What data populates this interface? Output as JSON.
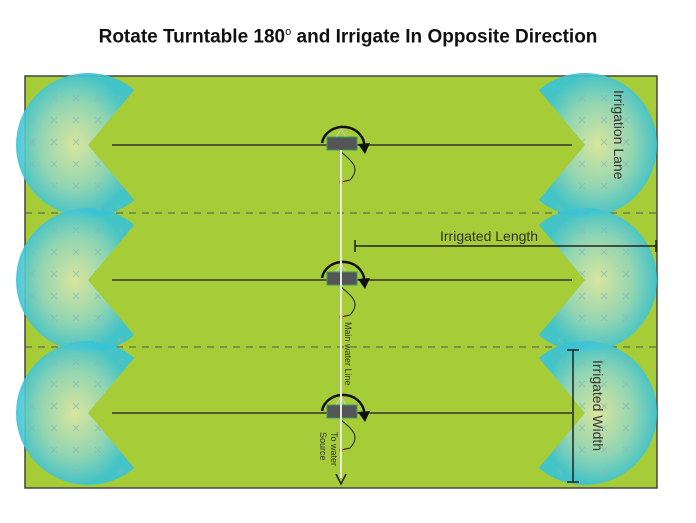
{
  "title": {
    "text": "Rotate Turntable 180",
    "degree": "o",
    "rest": " and Irrigate In Opposite Direction"
  },
  "labels": {
    "irrigation_lane": "Irrigation Lane",
    "irrigated_length": "Irrigated Length",
    "irrigated_width": "Irrigated Width",
    "main_water_line": "Main water Line",
    "to_water_line1": "To water",
    "to_water_line2": "Source"
  },
  "colors": {
    "field": "#a6cc38",
    "spray_center": "#dfe8a8",
    "spray_edge": "#38c3d6",
    "line": "#333333"
  },
  "rows": 3
}
